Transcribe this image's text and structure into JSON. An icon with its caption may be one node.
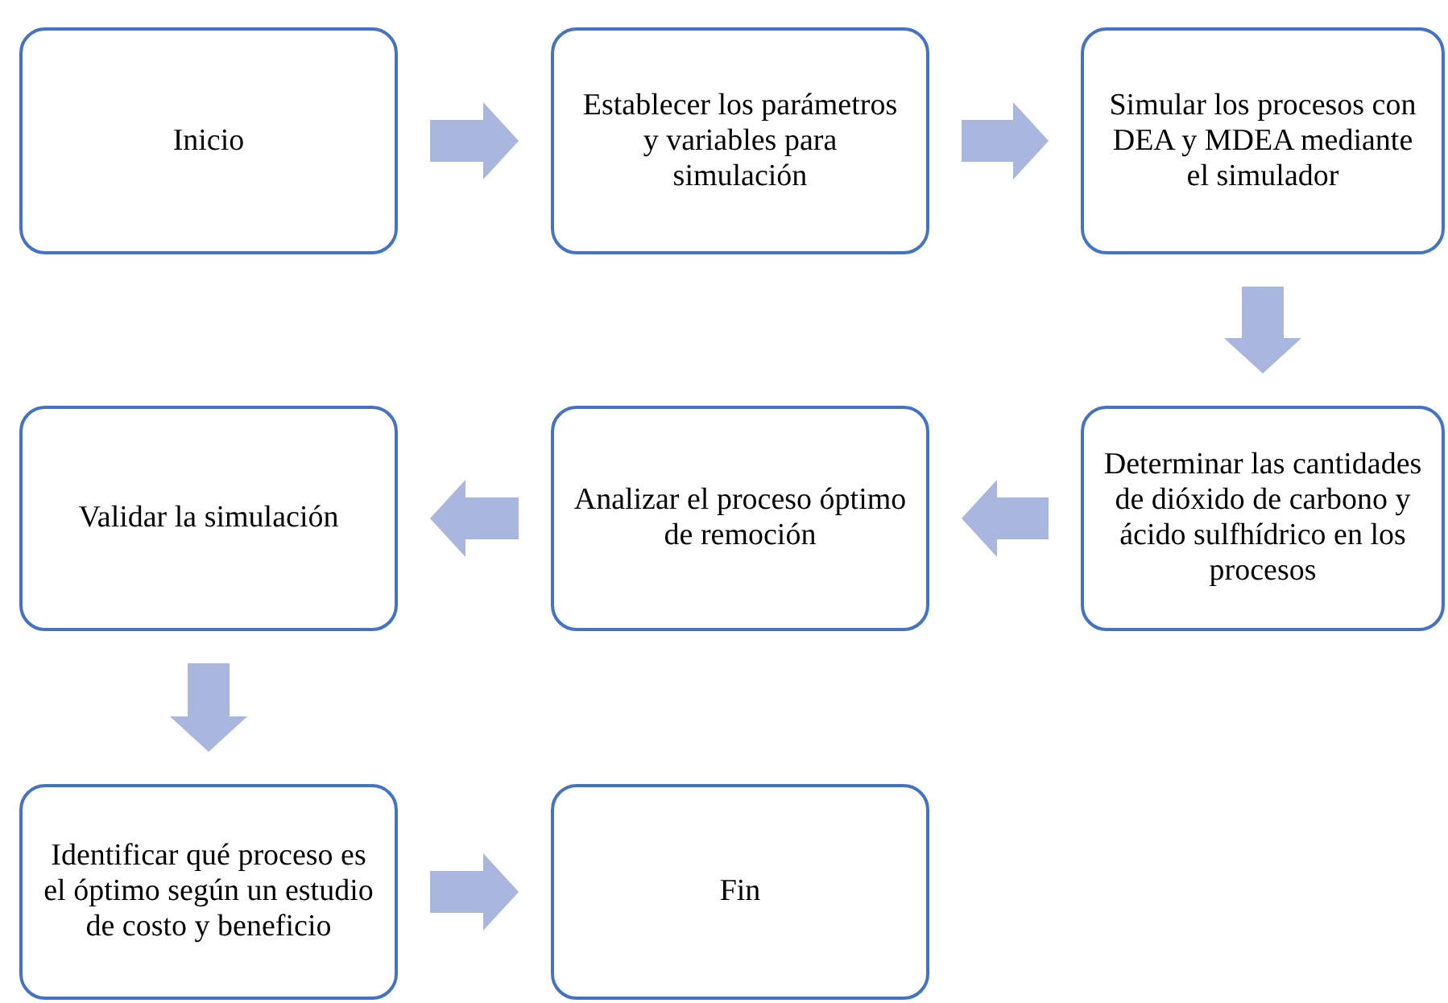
{
  "diagram": {
    "nodes": [
      {
        "text": [
          "Inicio"
        ]
      },
      {
        "text": [
          "Establecer los parámetros y variables para simulación"
        ]
      },
      {
        "text": [
          "Simular los procesos con DEA y MDEA mediante el simulador"
        ]
      },
      {
        "text": [
          "Validar la simulación"
        ]
      },
      {
        "text": [
          "Analizar el proceso óptimo de remoción"
        ]
      },
      {
        "text": [
          "Determinar las cantidades de dióxido de carbono y ácido sulfhídrico en los procesos"
        ]
      },
      {
        "text": [
          "Identificar qué proceso es el óptimo según un estudio de costo y beneficio"
        ]
      },
      {
        "text": [
          "Fin"
        ]
      }
    ],
    "edges": [
      {
        "from": 0,
        "to": 1,
        "arrow": "to"
      },
      {
        "from": 1,
        "to": 2,
        "arrow": "to"
      },
      {
        "from": 2,
        "to": 5,
        "arrow": "to"
      },
      {
        "from": 5,
        "to": 4,
        "arrow": "to"
      },
      {
        "from": 4,
        "to": 3,
        "arrow": "to"
      },
      {
        "from": 3,
        "to": 6,
        "arrow": "to"
      },
      {
        "from": 6,
        "to": 7,
        "arrow": "to"
      }
    ]
  }
}
